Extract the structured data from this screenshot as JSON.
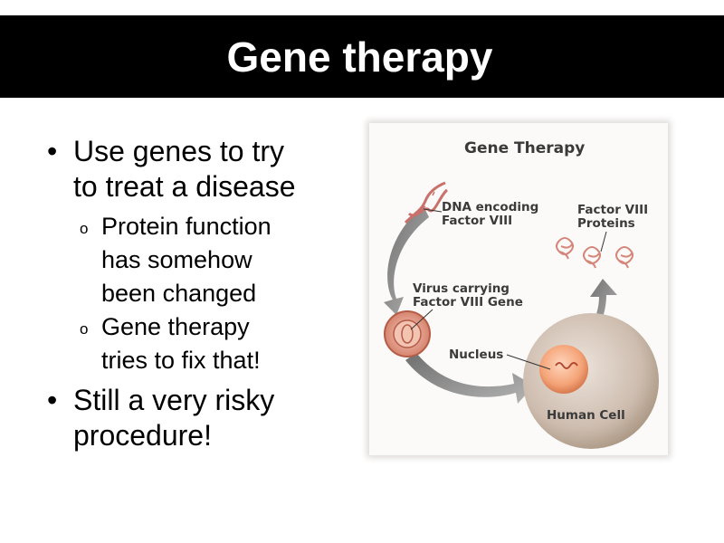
{
  "slide": {
    "title": "Gene therapy",
    "bullets": [
      {
        "text_lines": [
          "Use genes to try",
          "to treat a disease"
        ],
        "sub_bullets": [
          {
            "text_lines": [
              "Protein function",
              "has somehow",
              "been changed"
            ]
          },
          {
            "text_lines": [
              "Gene therapy",
              "tries to fix that!"
            ]
          }
        ]
      },
      {
        "text_lines": [
          "Still a very risky",
          "procedure!"
        ],
        "sub_bullets": []
      }
    ],
    "bullet_glyph": "•",
    "sub_bullet_glyph": "o"
  },
  "figure": {
    "title": "Gene Therapy",
    "labels": {
      "dna_line1": "DNA encoding",
      "dna_line2": "Factor VIII",
      "proteins_line1": "Factor VIII",
      "proteins_line2": "Proteins",
      "virus_line1": "Virus carrying",
      "virus_line2": "Factor VIII Gene",
      "nucleus": "Nucleus",
      "cell": "Human Cell"
    },
    "colors": {
      "dna": "#c9706a",
      "virus": "#d98a7a",
      "cell": "#c9b6a6",
      "nucleus": "#f2a27a",
      "arrow": "#8f8f8f",
      "title_bar": "#000000"
    }
  }
}
